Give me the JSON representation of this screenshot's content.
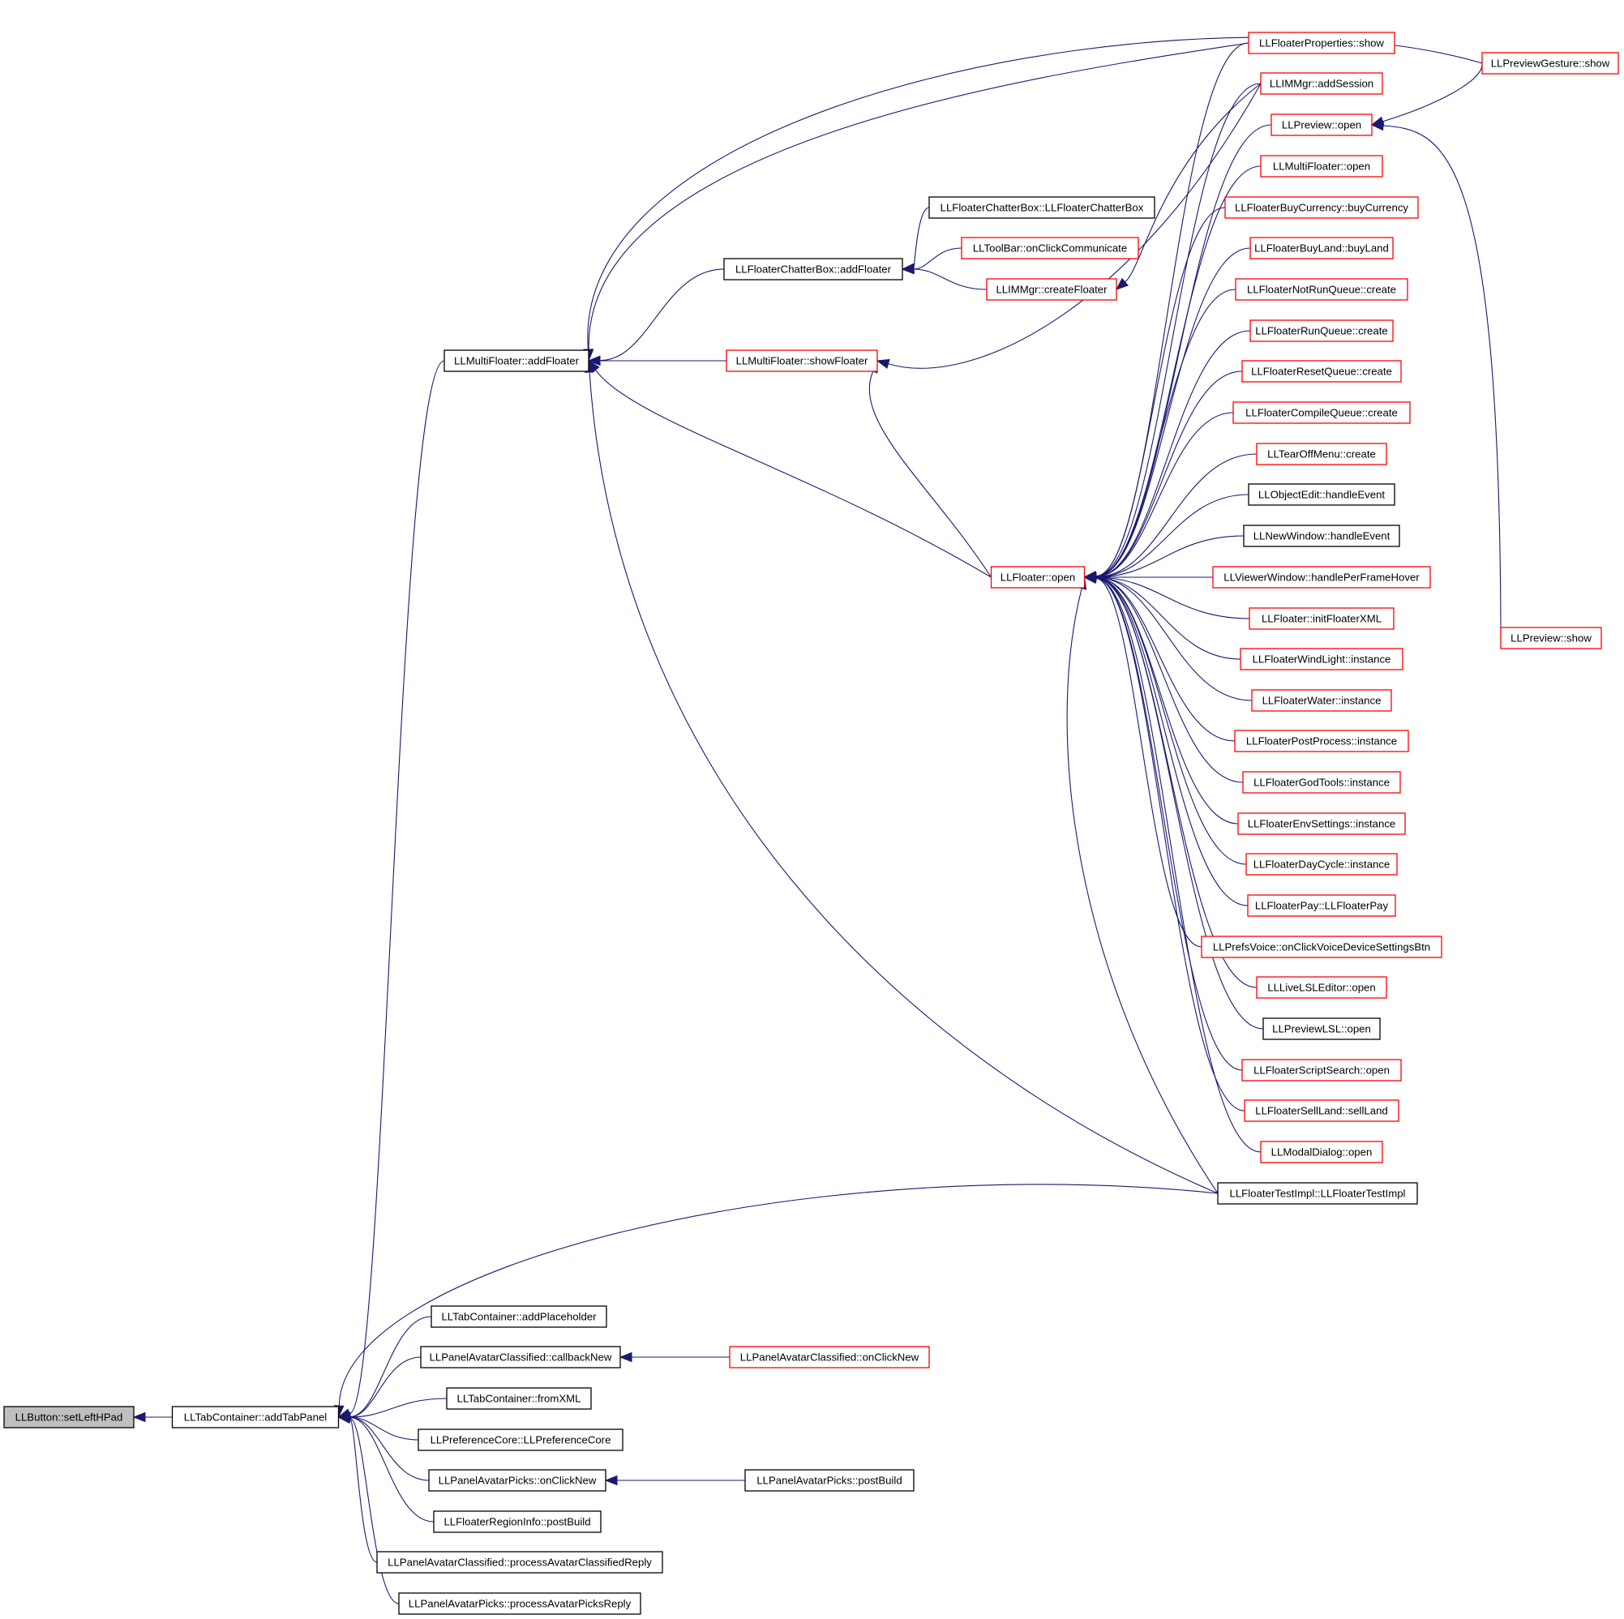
{
  "graph": {
    "root": "LLButton::setLeftHPad",
    "colors": {
      "edge": "#191970",
      "root_fill": "#bfbfbf",
      "red_border": "#ff0000",
      "black_border": "#000000"
    },
    "nodes": [
      {
        "id": "setLeftHPad",
        "label": "LLButton::setLeftHPad",
        "style": "root"
      },
      {
        "id": "addTabPanel",
        "label": "LLTabContainer::addTabPanel",
        "style": "black"
      },
      {
        "id": "mf_addFloater",
        "label": "LLMultiFloater::addFloater",
        "style": "black"
      },
      {
        "id": "cb_addFloater",
        "label": "LLFloaterChatterBox::addFloater",
        "style": "black"
      },
      {
        "id": "cb_ctor",
        "label": "LLFloaterChatterBox::LLFloaterChatterBox",
        "style": "black"
      },
      {
        "id": "toolbar_comm",
        "label": "LLToolBar::onClickCommunicate",
        "style": "red"
      },
      {
        "id": "im_createFloater",
        "label": "LLIMMgr::createFloater",
        "style": "red"
      },
      {
        "id": "mf_showFloater",
        "label": "LLMultiFloater::showFloater",
        "style": "red"
      },
      {
        "id": "floater_open",
        "label": "LLFloater::open",
        "style": "red"
      },
      {
        "id": "fp_show",
        "label": "LLFloaterProperties::show",
        "style": "red"
      },
      {
        "id": "im_addSession",
        "label": "LLIMMgr::addSession",
        "style": "red"
      },
      {
        "id": "preview_open",
        "label": "LLPreview::open",
        "style": "red"
      },
      {
        "id": "mf_open",
        "label": "LLMultiFloater::open",
        "style": "red"
      },
      {
        "id": "buyCurrency",
        "label": "LLFloaterBuyCurrency::buyCurrency",
        "style": "red"
      },
      {
        "id": "buyLand",
        "label": "LLFloaterBuyLand::buyLand",
        "style": "red"
      },
      {
        "id": "notRunQueue",
        "label": "LLFloaterNotRunQueue::create",
        "style": "red"
      },
      {
        "id": "runQueue",
        "label": "LLFloaterRunQueue::create",
        "style": "red"
      },
      {
        "id": "resetQueue",
        "label": "LLFloaterResetQueue::create",
        "style": "red"
      },
      {
        "id": "compileQueue",
        "label": "LLFloaterCompileQueue::create",
        "style": "red"
      },
      {
        "id": "tearOff",
        "label": "LLTearOffMenu::create",
        "style": "red"
      },
      {
        "id": "objectEdit",
        "label": "LLObjectEdit::handleEvent",
        "style": "black"
      },
      {
        "id": "newWindow",
        "label": "LLNewWindow::handleEvent",
        "style": "black"
      },
      {
        "id": "viewerHover",
        "label": "LLViewerWindow::handlePerFrameHover",
        "style": "red"
      },
      {
        "id": "initXML",
        "label": "LLFloater::initFloaterXML",
        "style": "red"
      },
      {
        "id": "windLight",
        "label": "LLFloaterWindLight::instance",
        "style": "red"
      },
      {
        "id": "water",
        "label": "LLFloaterWater::instance",
        "style": "red"
      },
      {
        "id": "postProcess",
        "label": "LLFloaterPostProcess::instance",
        "style": "red"
      },
      {
        "id": "godTools",
        "label": "LLFloaterGodTools::instance",
        "style": "red"
      },
      {
        "id": "envSettings",
        "label": "LLFloaterEnvSettings::instance",
        "style": "red"
      },
      {
        "id": "dayCycle",
        "label": "LLFloaterDayCycle::instance",
        "style": "red"
      },
      {
        "id": "pay",
        "label": "LLFloaterPay::LLFloaterPay",
        "style": "red"
      },
      {
        "id": "prefsVoice",
        "label": "LLPrefsVoice::onClickVoiceDeviceSettingsBtn",
        "style": "red"
      },
      {
        "id": "liveLSL",
        "label": "LLLiveLSLEditor::open",
        "style": "red"
      },
      {
        "id": "previewLSL",
        "label": "LLPreviewLSL::open",
        "style": "black"
      },
      {
        "id": "scriptSearch",
        "label": "LLFloaterScriptSearch::open",
        "style": "red"
      },
      {
        "id": "sellLand",
        "label": "LLFloaterSellLand::sellLand",
        "style": "red"
      },
      {
        "id": "modalDialog",
        "label": "LLModalDialog::open",
        "style": "red"
      },
      {
        "id": "testImpl",
        "label": "LLFloaterTestImpl::LLFloaterTestImpl",
        "style": "black"
      },
      {
        "id": "previewGesture",
        "label": "LLPreviewGesture::show",
        "style": "red"
      },
      {
        "id": "preview_show",
        "label": "LLPreview::show",
        "style": "red"
      },
      {
        "id": "addPlaceholder",
        "label": "LLTabContainer::addPlaceholder",
        "style": "black"
      },
      {
        "id": "pac_callbackNew",
        "label": "LLPanelAvatarClassified::callbackNew",
        "style": "black"
      },
      {
        "id": "pac_onClickNew",
        "label": "LLPanelAvatarClassified::onClickNew",
        "style": "red"
      },
      {
        "id": "tc_fromXML",
        "label": "LLTabContainer::fromXML",
        "style": "black"
      },
      {
        "id": "prefCore",
        "label": "LLPreferenceCore::LLPreferenceCore",
        "style": "black"
      },
      {
        "id": "pap_onClickNew",
        "label": "LLPanelAvatarPicks::onClickNew",
        "style": "black"
      },
      {
        "id": "pap_postBuild",
        "label": "LLPanelAvatarPicks::postBuild",
        "style": "black"
      },
      {
        "id": "regionInfo",
        "label": "LLFloaterRegionInfo::postBuild",
        "style": "black"
      },
      {
        "id": "pac_processReply",
        "label": "LLPanelAvatarClassified::processAvatarClassifiedReply",
        "style": "black"
      },
      {
        "id": "pap_processReply",
        "label": "LLPanelAvatarPicks::processAvatarPicksReply",
        "style": "black"
      }
    ],
    "edges": [
      {
        "from": "addTabPanel",
        "to": "setLeftHPad"
      },
      {
        "from": "mf_addFloater",
        "to": "addTabPanel"
      },
      {
        "from": "testImpl",
        "to": "addTabPanel"
      },
      {
        "from": "addPlaceholder",
        "to": "addTabPanel"
      },
      {
        "from": "pac_callbackNew",
        "to": "addTabPanel"
      },
      {
        "from": "tc_fromXML",
        "to": "addTabPanel"
      },
      {
        "from": "prefCore",
        "to": "addTabPanel"
      },
      {
        "from": "pap_onClickNew",
        "to": "addTabPanel"
      },
      {
        "from": "regionInfo",
        "to": "addTabPanel"
      },
      {
        "from": "pac_processReply",
        "to": "addTabPanel"
      },
      {
        "from": "pap_processReply",
        "to": "addTabPanel"
      },
      {
        "from": "pac_onClickNew",
        "to": "pac_callbackNew"
      },
      {
        "from": "pap_postBuild",
        "to": "pap_onClickNew"
      },
      {
        "from": "cb_addFloater",
        "to": "mf_addFloater"
      },
      {
        "from": "mf_showFloater",
        "to": "mf_addFloater"
      },
      {
        "from": "floater_open",
        "to": "mf_addFloater"
      },
      {
        "from": "fp_show",
        "to": "mf_addFloater"
      },
      {
        "from": "previewGesture",
        "to": "mf_addFloater"
      },
      {
        "from": "testImpl",
        "to": "mf_addFloater"
      },
      {
        "from": "cb_ctor",
        "to": "cb_addFloater"
      },
      {
        "from": "toolbar_comm",
        "to": "cb_addFloater"
      },
      {
        "from": "im_createFloater",
        "to": "cb_addFloater"
      },
      {
        "from": "im_addSession",
        "to": "im_createFloater"
      },
      {
        "from": "floater_open",
        "to": "mf_showFloater"
      },
      {
        "from": "im_addSession",
        "to": "mf_showFloater"
      },
      {
        "from": "previewGesture",
        "to": "preview_open"
      },
      {
        "from": "preview_show",
        "to": "preview_open"
      },
      {
        "from": "fp_show",
        "to": "floater_open"
      },
      {
        "from": "im_addSession",
        "to": "floater_open"
      },
      {
        "from": "preview_open",
        "to": "floater_open"
      },
      {
        "from": "mf_open",
        "to": "floater_open"
      },
      {
        "from": "buyCurrency",
        "to": "floater_open"
      },
      {
        "from": "buyLand",
        "to": "floater_open"
      },
      {
        "from": "notRunQueue",
        "to": "floater_open"
      },
      {
        "from": "runQueue",
        "to": "floater_open"
      },
      {
        "from": "resetQueue",
        "to": "floater_open"
      },
      {
        "from": "compileQueue",
        "to": "floater_open"
      },
      {
        "from": "tearOff",
        "to": "floater_open"
      },
      {
        "from": "objectEdit",
        "to": "floater_open"
      },
      {
        "from": "newWindow",
        "to": "floater_open"
      },
      {
        "from": "viewerHover",
        "to": "floater_open"
      },
      {
        "from": "initXML",
        "to": "floater_open"
      },
      {
        "from": "windLight",
        "to": "floater_open"
      },
      {
        "from": "water",
        "to": "floater_open"
      },
      {
        "from": "postProcess",
        "to": "floater_open"
      },
      {
        "from": "godTools",
        "to": "floater_open"
      },
      {
        "from": "envSettings",
        "to": "floater_open"
      },
      {
        "from": "dayCycle",
        "to": "floater_open"
      },
      {
        "from": "pay",
        "to": "floater_open"
      },
      {
        "from": "prefsVoice",
        "to": "floater_open"
      },
      {
        "from": "liveLSL",
        "to": "floater_open"
      },
      {
        "from": "previewLSL",
        "to": "floater_open"
      },
      {
        "from": "scriptSearch",
        "to": "floater_open"
      },
      {
        "from": "sellLand",
        "to": "floater_open"
      },
      {
        "from": "modalDialog",
        "to": "floater_open"
      },
      {
        "from": "testImpl",
        "to": "floater_open"
      }
    ]
  }
}
